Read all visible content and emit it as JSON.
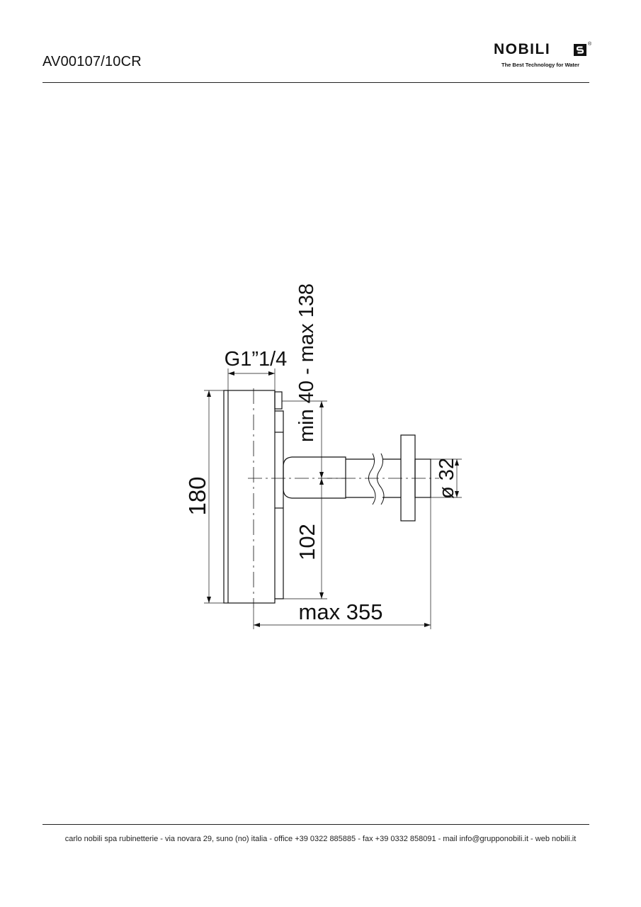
{
  "header": {
    "product_code": "AV00107/10CR",
    "logo": {
      "wordmark": "NOBILI",
      "registered": "®",
      "tagline": "The Best Technology for Water",
      "icon": "nobili-s-mark-icon"
    }
  },
  "drawing": {
    "dimensions": {
      "height_total": "180",
      "thread": "G1”1/4",
      "adjust_range": "min 40 - max 138",
      "outlet_height": "102",
      "length": "max 355",
      "pipe_diameter": "ø 32"
    }
  },
  "footer": {
    "text": "carlo nobili spa rubinetterie - via novara 29, suno (no) italia - office +39 0322 885885 - fax +39 0332 858091 - mail info@grupponobili.it - web nobili.it"
  }
}
